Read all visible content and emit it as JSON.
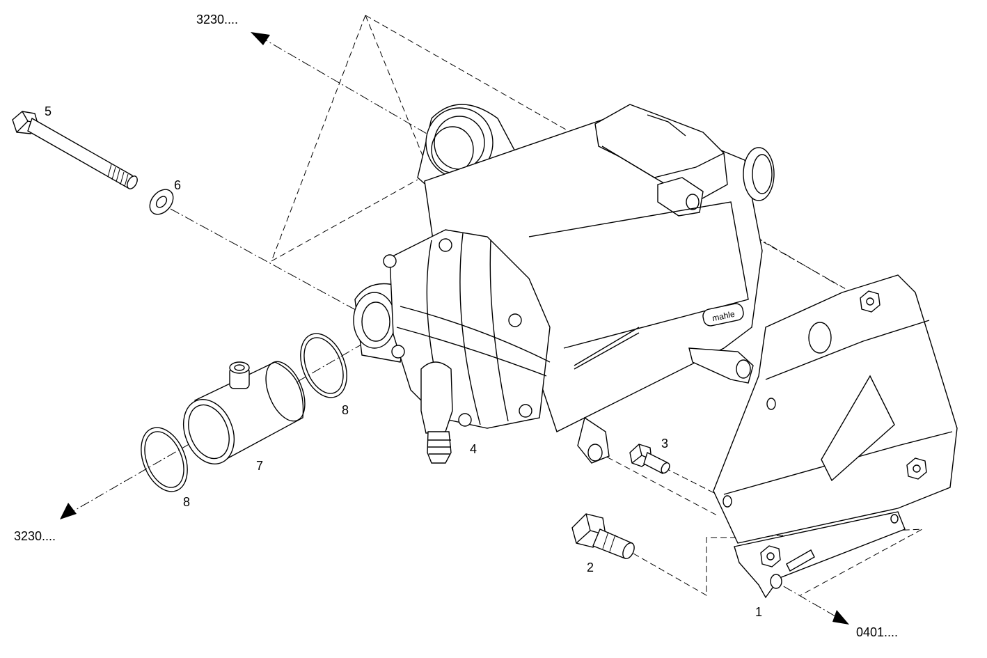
{
  "diagram": {
    "part_labels": {
      "p1": "1",
      "p2": "2",
      "p3": "3",
      "p4": "4",
      "p5": "5",
      "p6": "6",
      "p7": "7",
      "p8a": "8",
      "p8b": "8"
    },
    "references": {
      "top": "3230....",
      "bottom_left": "3230....",
      "bottom_right": "0401...."
    },
    "brand_mark": "mahle"
  }
}
